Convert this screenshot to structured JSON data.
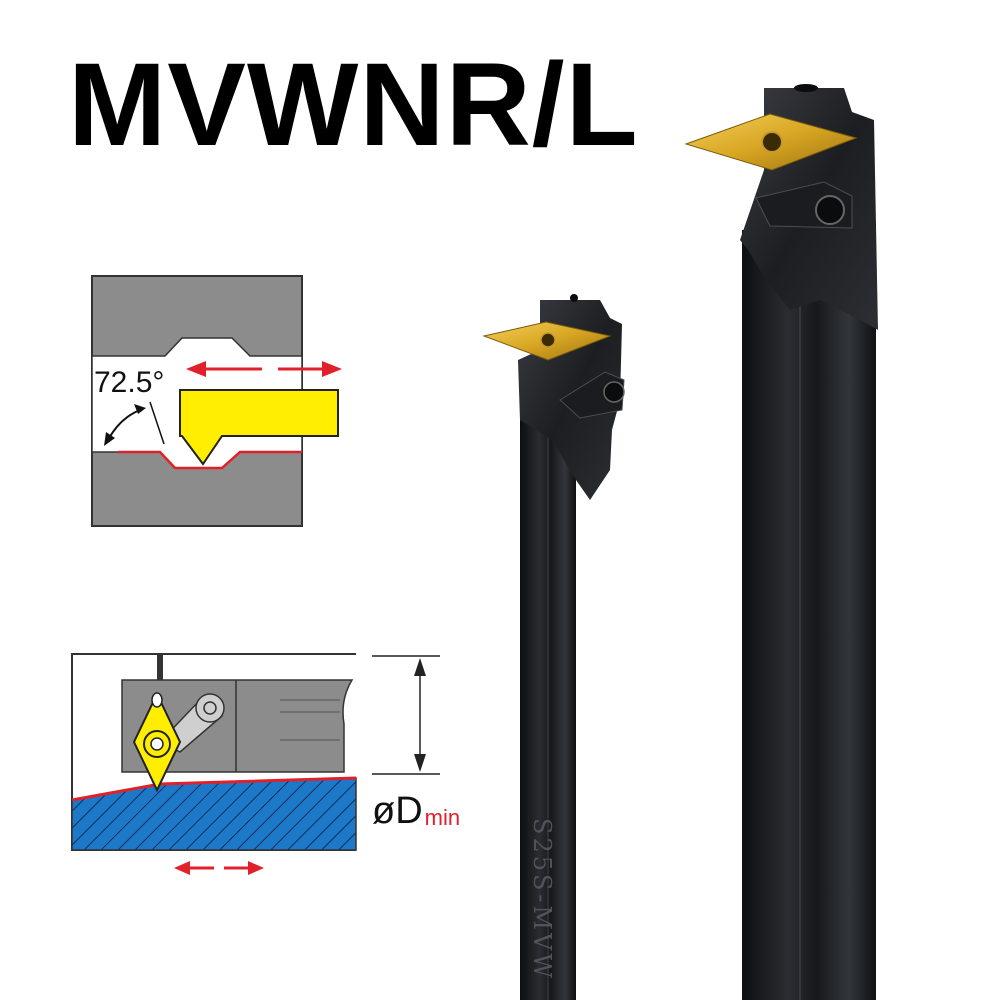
{
  "title": "MVWNR/L",
  "diagram_top": {
    "angle_label": "72.5°"
  },
  "diagram_bottom": {
    "diameter_symbol": "øD",
    "diameter_subscript": "min"
  },
  "tool_marking": "S25S-MVW",
  "colors": {
    "insert_gold": "#d8a623",
    "arrow_red": "#e0202a",
    "workpiece_gray": "#8c8c8c",
    "diagram_yellow": "#ffee00",
    "hatch_blue": "#1e78c8",
    "tool_black": "#17191c"
  },
  "icons": [
    "double-arrow-icon",
    "angle-arc-icon",
    "dimension-arrow-icon"
  ]
}
